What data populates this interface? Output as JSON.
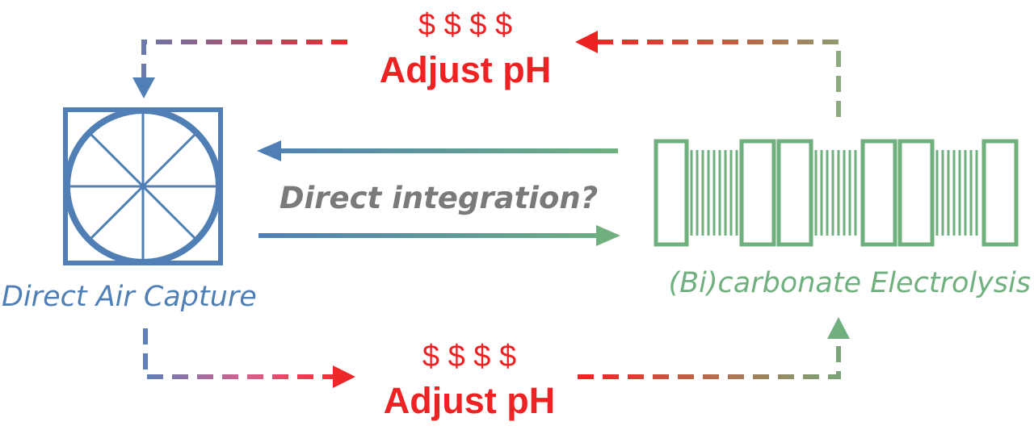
{
  "top": {
    "cost": "$ $ $ $",
    "action": "Adjust pH"
  },
  "bottom": {
    "cost": "$ $ $ $",
    "action": "Adjust pH"
  },
  "dac": {
    "label": "Direct Air Capture"
  },
  "electrolysis": {
    "label": "(Bi)carbonate Electrolysis"
  },
  "center": {
    "question": "Direct integration?"
  },
  "colors": {
    "dac_blue": "#4f7fb5",
    "electrolysis_green": "#6fb07e",
    "cost_red": "#ee2222",
    "question_gray": "#7a7a7a"
  }
}
